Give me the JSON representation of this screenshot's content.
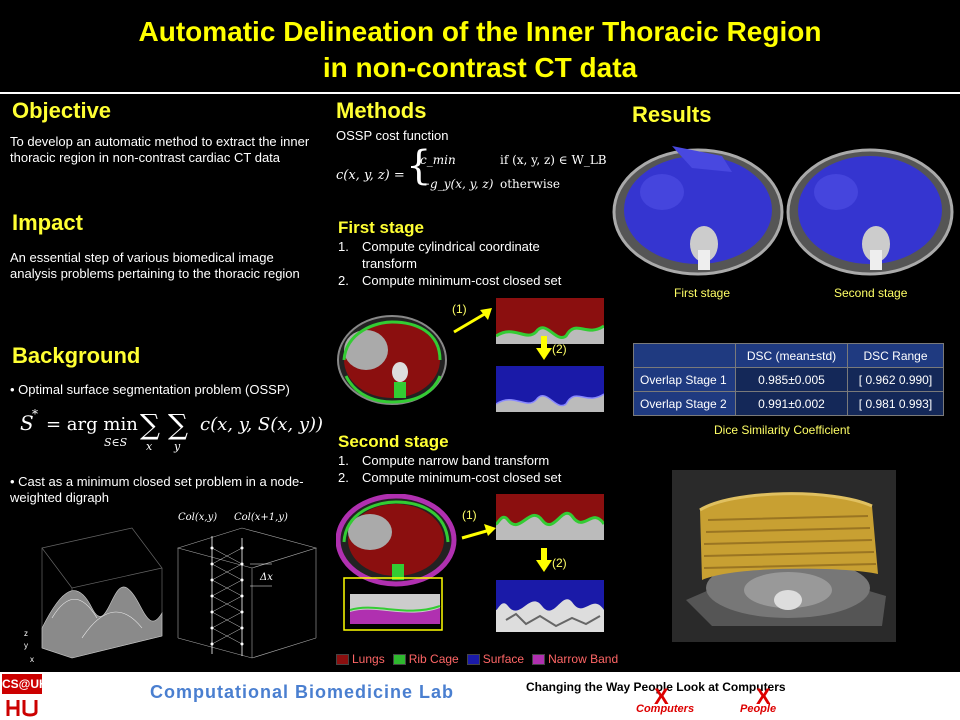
{
  "title": {
    "line1": "Automatic Delineation of the Inner Thoracic Region",
    "line2": "in non-contrast CT data"
  },
  "objective": {
    "heading": "Objective",
    "text": "To develop an automatic method to extract the inner  thoracic region in non-contrast cardiac CT data"
  },
  "impact": {
    "heading": "Impact",
    "text": "An essential step of various biomedical image analysis problems pertaining  to the thoracic region"
  },
  "background": {
    "heading": "Background",
    "bullet1": "• Optimal surface segmentation problem (OSSP)",
    "equation": "S* = arg min Σ Σ c(x, y, S(x, y))",
    "eq_sub": "S∈S      x    y",
    "bullet2": "• Cast as a minimum closed set problem in a node-weighted digraph",
    "col_label1": "Col(x,y)",
    "col_label2": "Col(x+1,y)",
    "delta": "Δx",
    "axis_z": "z",
    "axis_y": "y",
    "axis_x": "x"
  },
  "methods": {
    "heading": "Methods",
    "cost_title": "OSSP cost function",
    "cost_lhs": "c(x, y, z) =",
    "cost_case1": "c_min",
    "cost_cond1": "if (x, y, z) ∈ W_LB",
    "cost_case2": "−g_y(x, y, z)",
    "cost_cond2": "otherwise",
    "first_stage": {
      "heading": "First stage",
      "steps": [
        {
          "num": "1.",
          "text": "Compute cylindrical  coordinate transform"
        },
        {
          "num": "2.",
          "text": "Compute minimum-cost closed set"
        }
      ],
      "step_marker1": "(1)",
      "step_marker2": "(2)"
    },
    "second_stage": {
      "heading": "Second stage",
      "steps": [
        {
          "num": "1.",
          "text": "Compute narrow band transform"
        },
        {
          "num": "2.",
          "text": "Compute minimum-cost closed set"
        }
      ],
      "step_marker1": "(1)",
      "step_marker2": "(2)"
    },
    "legend": [
      {
        "label": "Lungs",
        "color": "#8b0f0f"
      },
      {
        "label": "Rib Cage",
        "color": "#2eb82e"
      },
      {
        "label": "Surface",
        "color": "#1a1aa8"
      },
      {
        "label": "Narrow Band",
        "color": "#b030b0"
      }
    ]
  },
  "results": {
    "heading": "Results",
    "caption1": "First stage",
    "caption2": "Second stage",
    "table": {
      "headers": [
        "",
        "DSC (mean±std)",
        "DSC Range"
      ],
      "rows": [
        {
          "label": "Overlap Stage 1",
          "mean": "0.985±0.005",
          "range": "[ 0.962 0.990]"
        },
        {
          "label": "Overlap Stage 2",
          "mean": "0.991±0.002",
          "range": "[ 0.981 0.993]"
        }
      ],
      "caption": "Dice Similarity Coefficient"
    }
  },
  "footer": {
    "cs_logo": "CS@UH",
    "lab": "Computational Biomedicine Lab",
    "slogan": "Changing the Way People Look at Computers",
    "word1": "Computers",
    "word2": "People",
    "mark": "X"
  }
}
